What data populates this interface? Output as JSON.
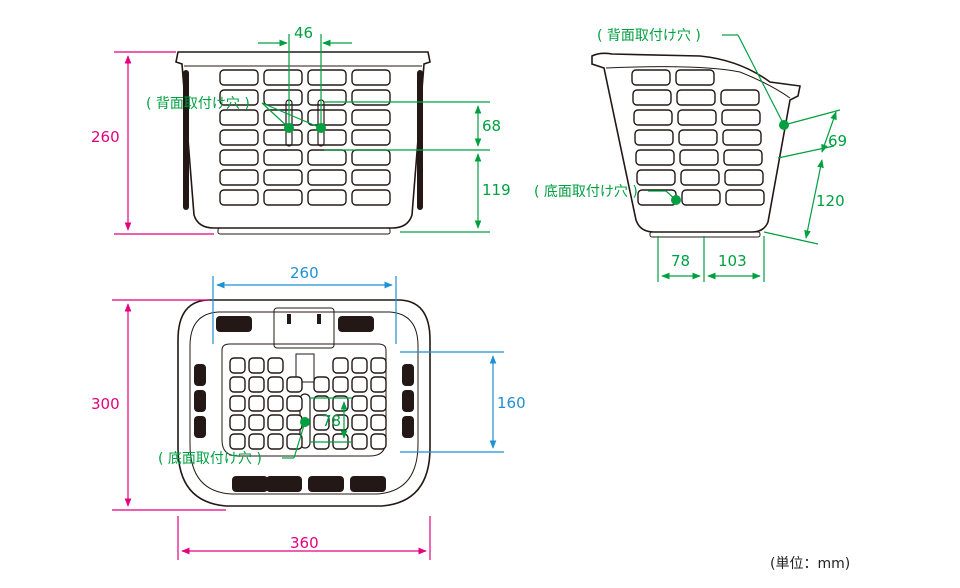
{
  "front_view": {
    "width_dim": "46",
    "height_dim": "260",
    "hole_label": "( 背面取付け穴 )",
    "upper_spacing": "68",
    "lower_spacing": "119"
  },
  "side_view": {
    "hole_label_back": "( 背面取付け穴 )",
    "hole_label_bottom": "( 底面取付け穴 )",
    "spacing_upper": "69",
    "spacing_lower": "120",
    "bottom_left": "78",
    "bottom_right": "103"
  },
  "top_view": {
    "top_width": "260",
    "overall_width": "360",
    "overall_depth": "300",
    "side_depth": "160",
    "hole_spacing": "78",
    "hole_label": "( 底面取付け穴 )"
  },
  "unit_label": "(単位：mm)",
  "colors": {
    "outline": "#231815",
    "overall_dim": "#e4007f",
    "hole_dim": "#00a040",
    "inner_dim": "#1e90d6"
  }
}
